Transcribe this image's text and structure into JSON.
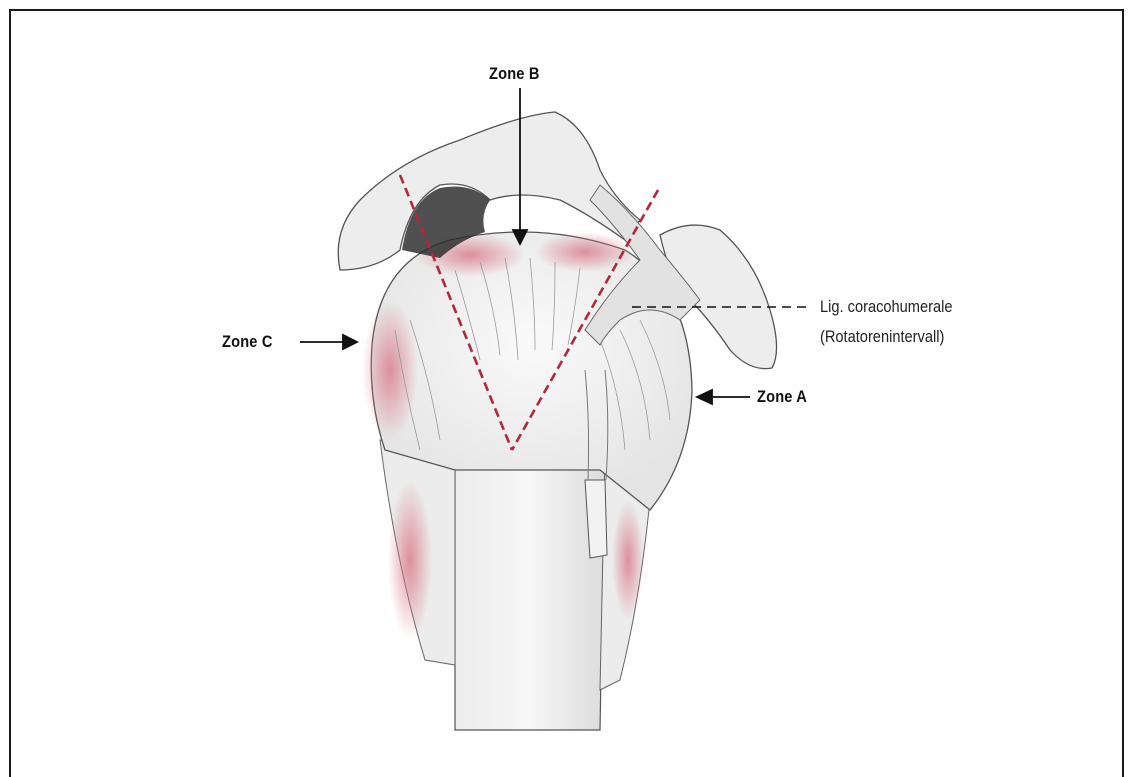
{
  "labels": {
    "zone_a": "Zone A",
    "zone_b": "Zone B",
    "zone_c": "Zone C",
    "ligament_line1": "Lig. coracohumerale",
    "ligament_line2": "(Rotatorenintervall)"
  },
  "colors": {
    "dashed_zone_lines": "#b0283a",
    "inflamed_tissue": "#d8707f",
    "outline": "#444444",
    "background": "#ffffff"
  }
}
